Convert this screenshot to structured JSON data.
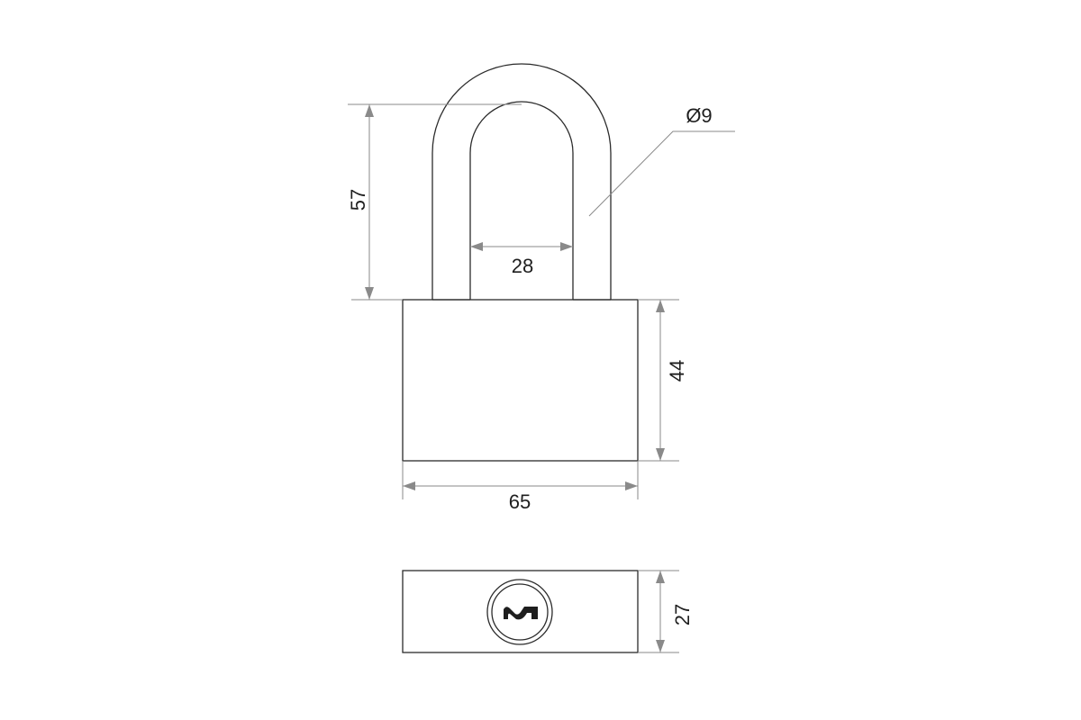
{
  "dimensions": {
    "shackle_height": "57",
    "shackle_inner_width": "28",
    "shackle_diameter": "Ø9",
    "body_height": "44",
    "body_width": "65",
    "body_thickness": "27"
  },
  "colors": {
    "outline": "#2b2b2b",
    "dimension_line": "#8a8a8a",
    "text": "#1e1e1e",
    "background": "#ffffff"
  },
  "icons": {
    "keyhole": "key-slot-icon"
  }
}
